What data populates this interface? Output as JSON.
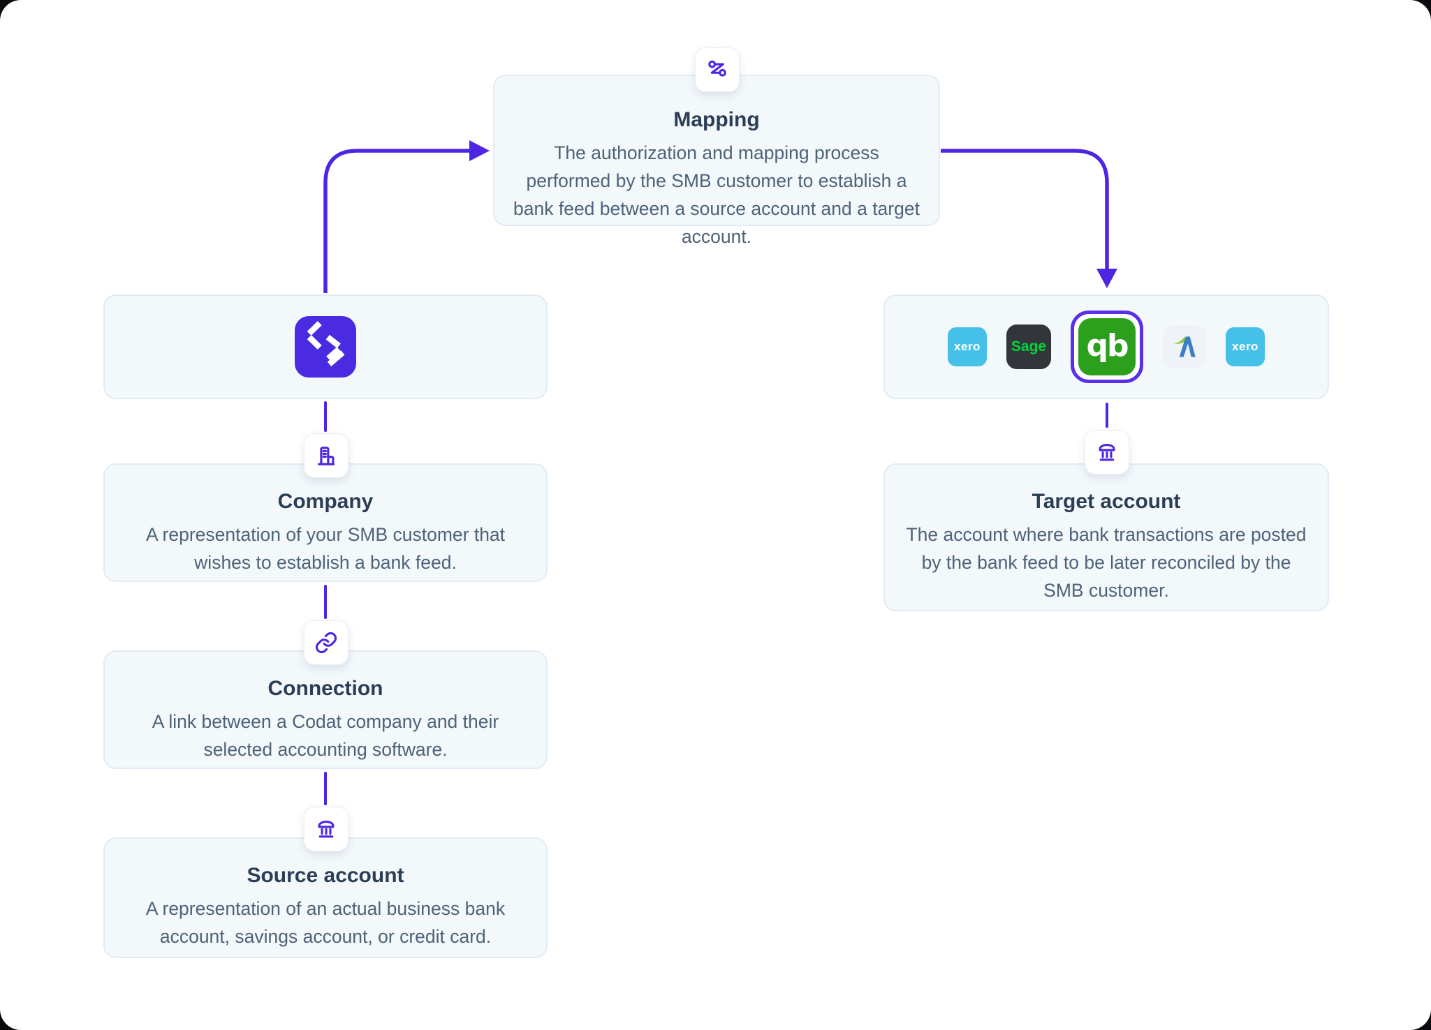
{
  "palette": {
    "accent_purple": "#4E26E2",
    "codat_logo_purple": "#4B2BE2",
    "card_background": "#F3F8FB",
    "card_border": "#E2EBF4",
    "title_color": "#2B3E55",
    "body_color": "#4E6278",
    "xero_blue": "#45C1E9",
    "sage_dark": "#32363B",
    "sage_green": "#00D639",
    "quickbooks_green": "#2CA01C",
    "selected_ring_purple": "#5A2FE8",
    "freeagent_blue": "#3B7FC4",
    "freeagent_green": "#8EC63F"
  },
  "nodes": {
    "mapping": {
      "title": "Mapping",
      "description": "The authorization and mapping process performed by the SMB customer to establish a bank feed between a source account and a target account."
    },
    "company": {
      "title": "Company",
      "description": "A representation of your SMB customer that wishes to establish a bank feed."
    },
    "connection": {
      "title": "Connection",
      "description": "A link between a Codat company and their selected accounting software."
    },
    "source_account": {
      "title": "Source account",
      "description": "A representation of an actual business bank account, savings account, or credit card."
    },
    "target_account": {
      "title": "Target account",
      "description": "The account where bank transactions are posted by the bank feed to be later reconciled by the SMB customer."
    }
  },
  "platforms": {
    "logos": [
      {
        "name": "xero",
        "label": "xero",
        "selected": false
      },
      {
        "name": "sage",
        "label": "Sage",
        "selected": false
      },
      {
        "name": "quickbooks",
        "label": "qb",
        "selected": true
      },
      {
        "name": "freeagent",
        "label": "",
        "selected": false
      },
      {
        "name": "xero",
        "label": "xero",
        "selected": false
      }
    ]
  }
}
